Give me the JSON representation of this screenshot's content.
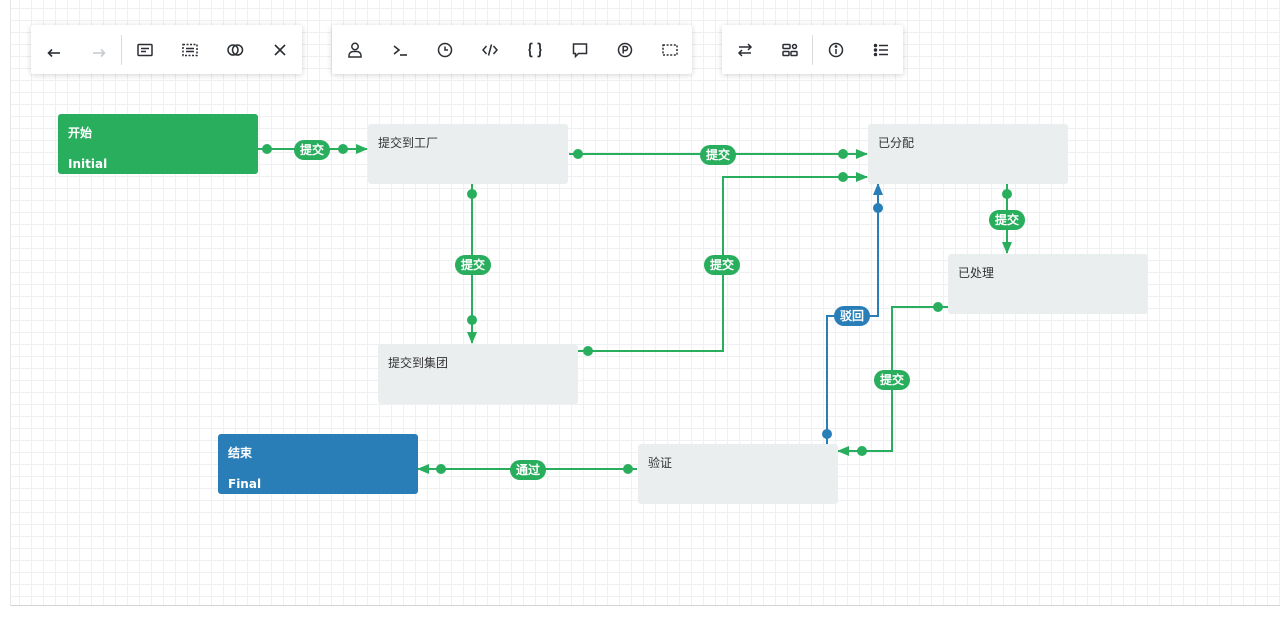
{
  "colors": {
    "green": "#29ae5e",
    "blue": "#2a7eb8",
    "gray_node": "#ebeeef"
  },
  "toolbar_groups": [
    {
      "buttons": [
        {
          "name": "undo-icon",
          "enabled": true
        },
        {
          "name": "redo-icon",
          "enabled": false
        },
        {
          "name": "node-icon",
          "enabled": true
        },
        {
          "name": "dashed-node-icon",
          "enabled": true
        },
        {
          "name": "toggle-icon",
          "enabled": true
        },
        {
          "name": "close-icon",
          "enabled": true
        }
      ]
    },
    {
      "buttons": [
        {
          "name": "user-icon",
          "enabled": true
        },
        {
          "name": "terminal-icon",
          "enabled": true
        },
        {
          "name": "clock-icon",
          "enabled": true
        },
        {
          "name": "code-icon",
          "enabled": true
        },
        {
          "name": "braces-icon",
          "enabled": true
        },
        {
          "name": "comment-icon",
          "enabled": true
        },
        {
          "name": "parking-icon",
          "enabled": true
        },
        {
          "name": "selection-icon",
          "enabled": true
        }
      ]
    },
    {
      "buttons": [
        {
          "name": "swap-icon",
          "enabled": true
        },
        {
          "name": "layout-icon",
          "enabled": true
        },
        {
          "name": "info-icon",
          "enabled": true
        },
        {
          "name": "list-icon",
          "enabled": true
        }
      ]
    }
  ],
  "nodes": {
    "start": {
      "title": "开始",
      "subtitle": "Initial"
    },
    "factory": {
      "title": "提交到工厂"
    },
    "assigned": {
      "title": "已分配"
    },
    "processed": {
      "title": "已处理"
    },
    "group": {
      "title": "提交到集团"
    },
    "verify": {
      "title": "验证"
    },
    "end": {
      "title": "结束",
      "subtitle": "Final"
    }
  },
  "edge_labels": {
    "start_factory": "提交",
    "factory_assigned": "提交",
    "factory_group": "提交",
    "group_assigned": "提交",
    "assigned_processed": "提交",
    "processed_verify": "提交",
    "verify_assigned": "驳回",
    "verify_end": "通过"
  }
}
